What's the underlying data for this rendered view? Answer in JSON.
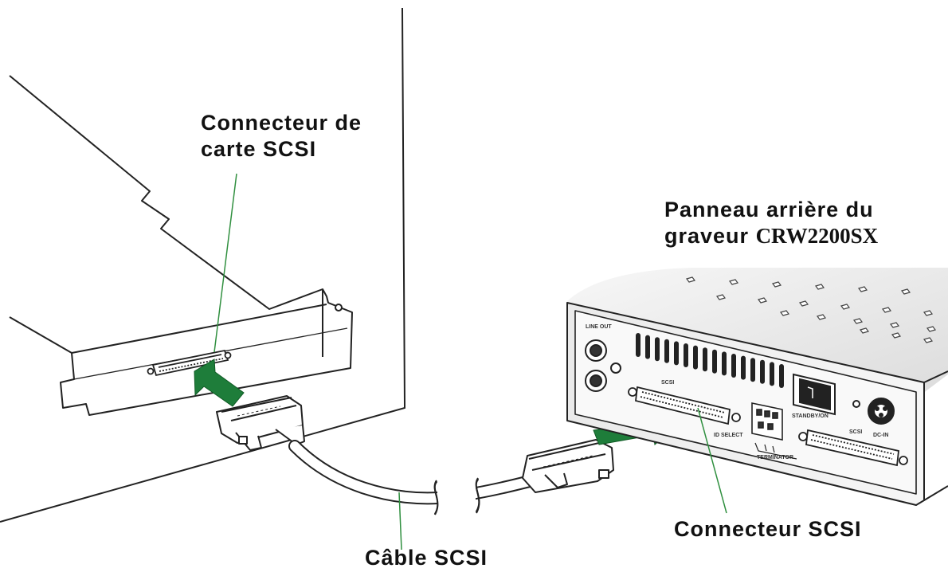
{
  "labels": {
    "card_connector_line1": "Connecteur de",
    "card_connector_line2": "carte SCSI",
    "panel_line1": "Panneau arrière du",
    "panel_line2_prefix": "graveur ",
    "panel_model": "CRW2200SX",
    "scsi_connector": "Connecteur SCSI",
    "scsi_cable": "Câble SCSI"
  },
  "panel_markings": {
    "line_out": "LINE OUT",
    "scsi_top": "SCSI",
    "id_select": "ID SELECT",
    "terminator": "TERMINATOR",
    "standby": "STANDBY/ON",
    "scsi_bottom": "SCSI",
    "dc_in": "DC-IN"
  },
  "colors": {
    "arrow": "#1e7d3a",
    "leader": "#2f8f3f",
    "outline": "#222222",
    "device_top": "#ececec"
  }
}
